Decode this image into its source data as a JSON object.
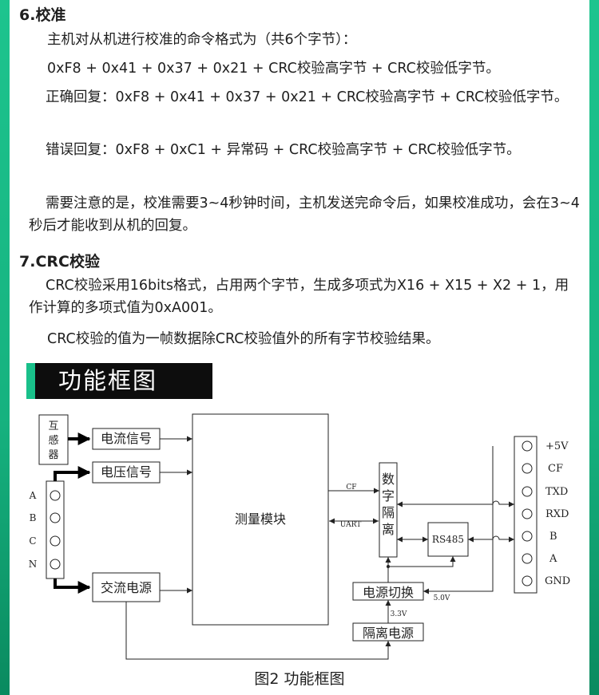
{
  "section6": {
    "heading": "6.校准",
    "p1": "主机对从机进行校准的命令格式为（共6个字节）：",
    "p2": "0xF8 + 0x41 + 0x37 + 0x21 + CRC校验高字节 + CRC校验低字节。",
    "p3": "正确回复：0xF8 + 0x41 + 0x37 + 0x21 + CRC校验高字节 + CRC校验低字节。",
    "p4": "错误回复：0xF8 + 0xC1 + 异常码 + CRC校验高字节 + CRC校验低字节。",
    "p5": "需要注意的是，校准需要3~4秒钟时间，主机发送完命令后，如果校准成功，会在3~4秒后才能收到从机的回复。"
  },
  "section7": {
    "heading": "7.CRC校验",
    "p1": "CRC校验采用16bits格式，占用两个字节，生成多项式为X16 + X15 + X2 + 1，用作计算的多项式值为0xA001。",
    "p2": "CRC校验的值为一帧数据除CRC校验值外的所有字节校验结果。"
  },
  "banner": {
    "title": "功能框图"
  },
  "diagram": {
    "ct_label": "互感器",
    "current_signal": "电流信号",
    "voltage_signal": "电压信号",
    "ac_power": "交流电源",
    "measure_module": "测量模块",
    "digital_isolation": "数字隔离",
    "rs485": "RS485",
    "power_switch": "电源切换",
    "isolated_power": "隔离电源",
    "input_terminals": [
      "A",
      "B",
      "C",
      "N"
    ],
    "output_terminals": [
      "+5V",
      "CF",
      "TXD",
      "RXD",
      "B",
      "A",
      "GND"
    ],
    "cf_label": "CF",
    "uart_label": "UART",
    "v5_label": "5.0V",
    "v33_label": "3.3V"
  },
  "caption": "图2 功能框图",
  "colors": {
    "accent": "#19c08a",
    "banner_bg": "#0d0d0d"
  }
}
